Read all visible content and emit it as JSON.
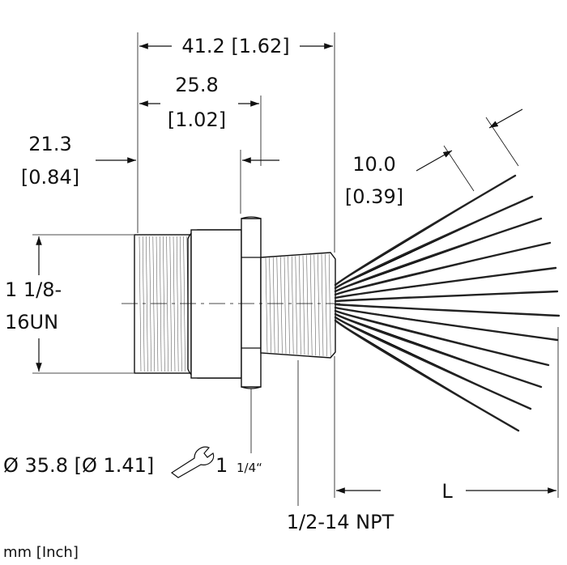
{
  "dimensions": {
    "overall_length": "41.2 [1.62]",
    "body_length_mm": "25.8",
    "body_length_in": "[1.02]",
    "thread_length_mm": "21.3",
    "thread_length_in": "[0.84]",
    "strip_length_mm": "10.0",
    "strip_length_in": "[0.39]",
    "thread_spec_line1": "1 1/8-",
    "thread_spec_line2": "16UN",
    "diameter": "Ø 35.8 [Ø 1.41]",
    "wrench_size_main": "1",
    "wrench_size_frac": "1/4“",
    "npt_thread": "1/2-14 NPT",
    "lead_length": "L"
  },
  "units_note": "mm [Inch]",
  "icons": {
    "wrench": "wrench-icon",
    "arrowhead": "dimension-arrow-icon"
  },
  "colors": {
    "line": "#111111",
    "wire": "#222222",
    "background": "#ffffff"
  }
}
